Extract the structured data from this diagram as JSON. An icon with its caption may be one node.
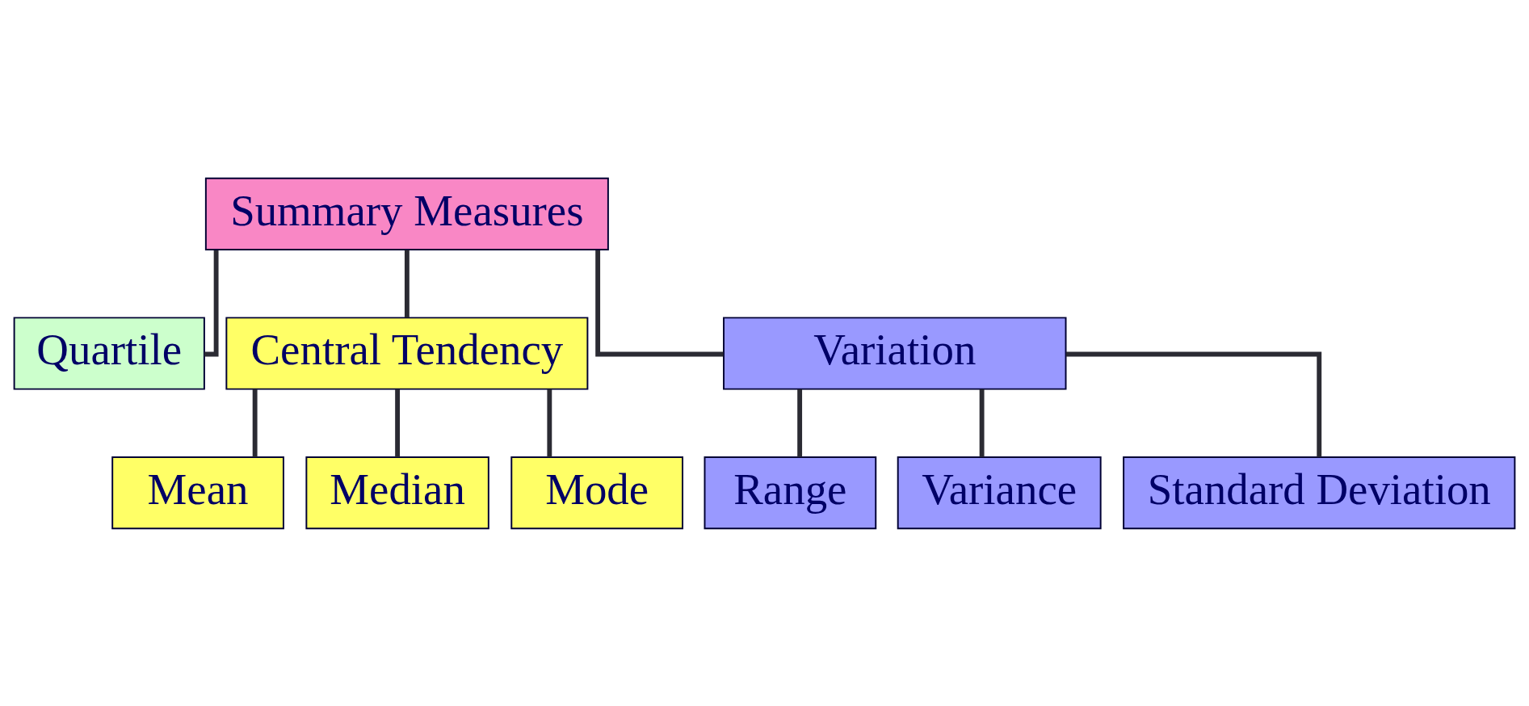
{
  "diagram": {
    "nodes": [
      {
        "text": [
          "Summary Measures"
        ]
      },
      {
        "text": [
          "Quartile"
        ]
      },
      {
        "text": [
          "Central Tendency"
        ]
      },
      {
        "text": [
          "Variation"
        ]
      },
      {
        "text": [
          "Mean"
        ]
      },
      {
        "text": [
          "Median"
        ]
      },
      {
        "text": [
          "Mode"
        ]
      },
      {
        "text": [
          "Range"
        ]
      },
      {
        "text": [
          "Variance"
        ]
      },
      {
        "text": [
          "Standard Deviation"
        ]
      }
    ],
    "edges": [
      {
        "from": 0,
        "to": 2,
        "arrow": "none"
      },
      {
        "from": 0,
        "to": 1,
        "arrow": "none"
      },
      {
        "from": 0,
        "to": 3,
        "arrow": "none"
      },
      {
        "from": 2,
        "to": 4,
        "arrow": "none"
      },
      {
        "from": 2,
        "to": 5,
        "arrow": "none"
      },
      {
        "from": 2,
        "to": 6,
        "arrow": "none"
      },
      {
        "from": 3,
        "to": 7,
        "arrow": "none"
      },
      {
        "from": 3,
        "to": 8,
        "arrow": "none"
      },
      {
        "from": 3,
        "to": 9,
        "arrow": "none"
      }
    ]
  }
}
